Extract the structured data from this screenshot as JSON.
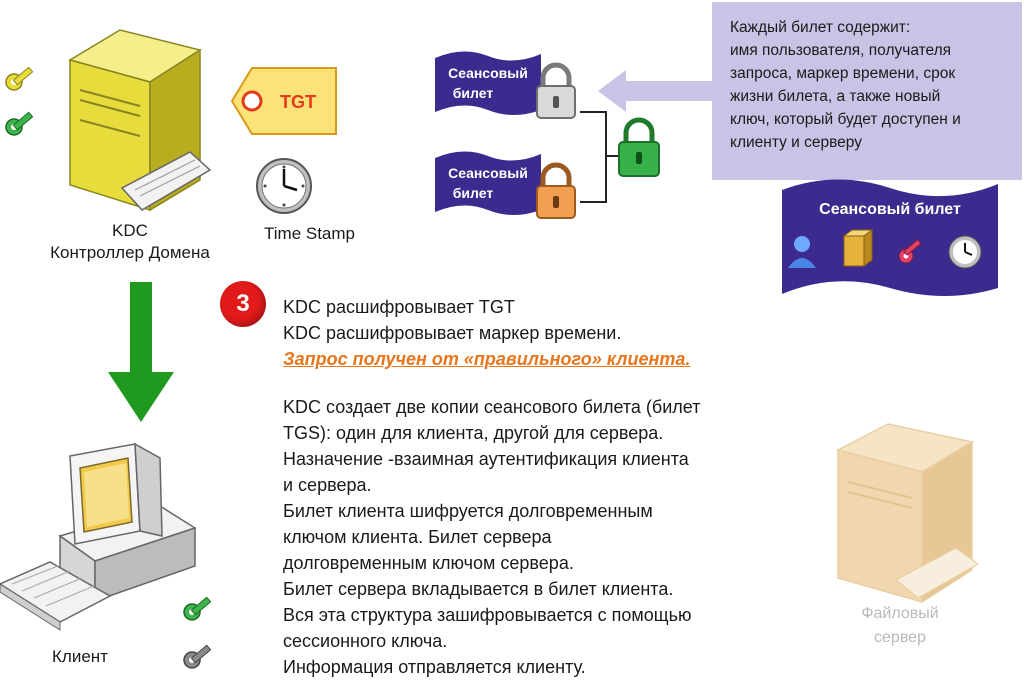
{
  "kdc": {
    "caption_line1": "KDC",
    "caption_line2": "Контроллер Домена"
  },
  "tgt_tag": {
    "label": "TGT"
  },
  "timestamp": {
    "caption": "Time Stamp"
  },
  "session_tickets": {
    "top_label": [
      "Сеансовый",
      "билет"
    ],
    "bottom_label": [
      "Сеансовый",
      "билет"
    ]
  },
  "info_box": {
    "lines": [
      "Каждый билет содержит:",
      "имя пользователя, получателя",
      "запроса, маркер времени, срок",
      "жизни билета, а также новый",
      "ключ, который будет доступен и",
      "клиенту и серверу"
    ]
  },
  "big_ticket": {
    "label": "Сеансовый билет"
  },
  "step": {
    "number": "3",
    "lines_a": [
      "KDC расшифровывает TGT",
      "KDC расшифровывает маркер времени."
    ],
    "highlight": "Запрос получен от «правильного» клиента.",
    "lines_b": [
      "KDC создает две копии сеансового билета (билет",
      "TGS): один для клиента, другой для сервера.",
      "Назначение -взаимная аутентификация клиента",
      "и сервера.",
      "Билет клиента шифруется долговременным",
      "ключом  клиента. Билет сервера",
      "долговременным ключом сервера.",
      "Билет сервера вкладывается в билет клиента.",
      "Вся эта структура зашифровывается с помощью",
      "сессионного ключа.",
      "Информация отправляется клиенту."
    ]
  },
  "client": {
    "caption": "Клиент"
  },
  "file_server": {
    "caption_line1": "Файловый",
    "caption_line2": "сервер"
  },
  "colors": {
    "kdc_server": "#e6dc3c",
    "arrow_green": "#1f9a1f",
    "info_box": "#c9c4e6",
    "ticket_purple": "#3d2a8e",
    "step_red": "#e11a1a",
    "highlight_orange": "#e8761c",
    "file_server": "#f0d7b0"
  }
}
